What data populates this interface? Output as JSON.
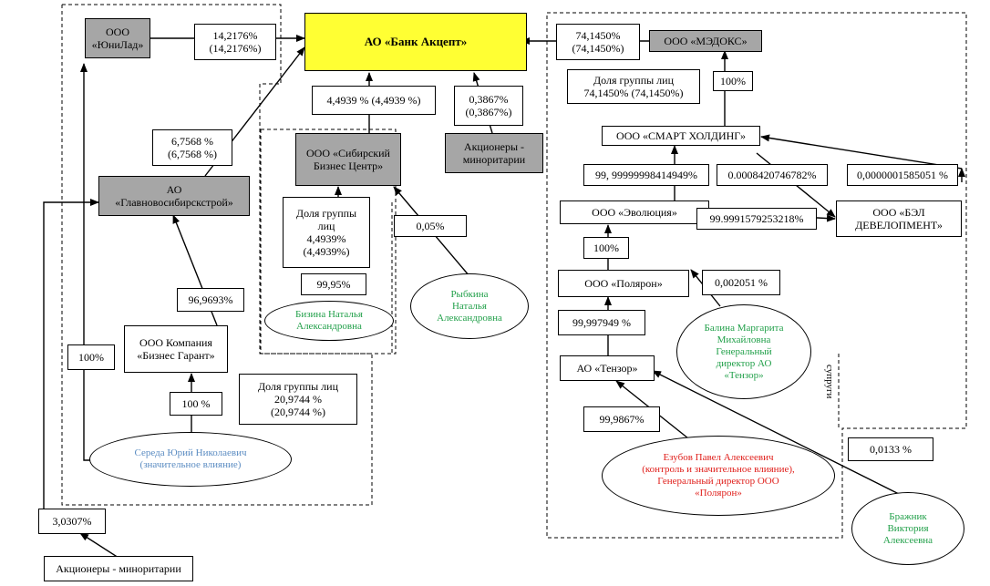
{
  "nodes": {
    "bank": "АО «Банк Акцепт»",
    "yunilad": "ООО\n«ЮниЛад»",
    "medoks": "ООО «МЭДОКС»",
    "glavnovosib": "АО\n«Главновосибирскстрой»",
    "sib_center": "ООО «Сибирский\nБизнес Центр»",
    "minor_top": "Акционеры -\nминоритарии",
    "smart": "ООО «СМАРТ ХОЛДИНГ»",
    "evolution": "ООО «Эволюция»",
    "bel": "ООО «БЭЛ\nДЕВЕЛОПМЕНТ»",
    "polyaron": "ООО «Полярон»",
    "tenzor": "АО «Тензор»",
    "biz_garant": "ООО Компания\n«Бизнес Гарант»",
    "minor_bottom": "Акционеры - миноритарии"
  },
  "labels": {
    "yunilad_pct": "14,2176%\n(14,2176%)",
    "medoks_pct": "74,1450%\n(74,1450%)",
    "medoks_group": "Доля группы лиц\n74,1450% (74,1450%)",
    "smart_100": "100%",
    "sib_pct": "4,4939 %  (4,4939 %)",
    "minor_top_pct": "0,3867%\n(0,3867%)",
    "glav_pct": "6,7568 %\n(6,7568 %)",
    "smart_evo": "99, 99999998414949%",
    "smart_bel": "0.0008420746782%",
    "smart_third": "0,0000001585051 %",
    "evo_bel": "99.9991579253218%",
    "evo_100": "100%",
    "balina_pct": "0,002051 %",
    "polyaron_pct": "99,997949 %",
    "tenzor_pct": "99,9867%",
    "brazhnik_pct": "0,0133 %",
    "bizina_group": "Доля группы\nлиц\n4,4939%\n(4,4939%)",
    "bizina_pct": "99,95%",
    "rybkina_pct": "0,05%",
    "garant_pct": "96,9693%",
    "sereda_100_a": "100 %",
    "sereda_group": "Доля группы лиц\n20,9744 %\n(20,9744 %)",
    "sereda_100_b": "100%",
    "minor_bottom_pct": "3,0307%",
    "spouses": "супруги"
  },
  "people": {
    "bizina": "Бизина Наталья\nАлександровна",
    "rybkina": "Рыбкина\nНаталья\nАлександровна",
    "balina": "Балина Маргарита\nМихайловна\nГенеральный\nдиректор АО\n«Тензор»",
    "ezubov": "Езубов Павел Алексеевич\n(контроль и значительное влияние),\nГенеральный директор ООО\n«Полярон»",
    "brazhnik": "Бражник\nВиктория\nАлексеевна",
    "sereda": "Середа Юрий Николаевич\n(значительное влияние)"
  }
}
